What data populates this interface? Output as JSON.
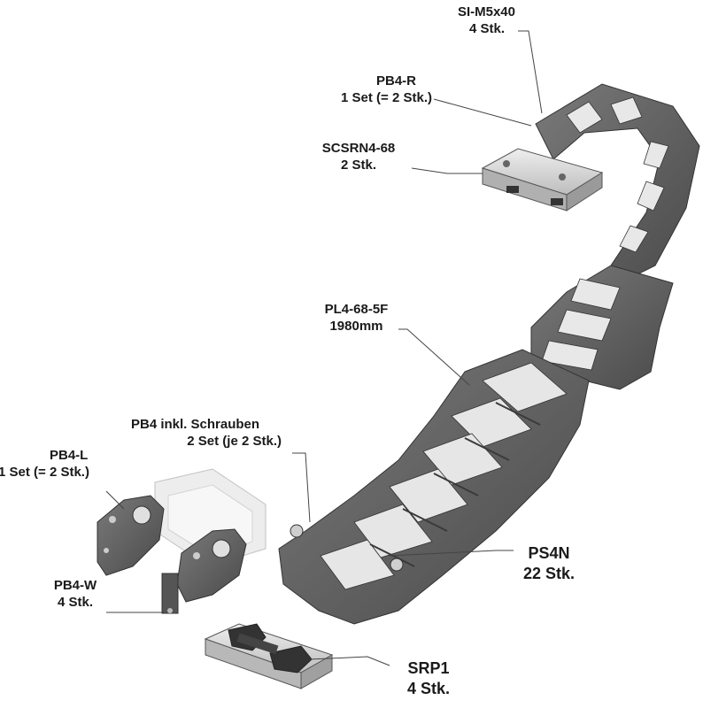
{
  "labels": {
    "si_m5x40": {
      "part": "SI-M5x40",
      "qty": "4 Stk."
    },
    "pb4_r": {
      "part": "PB4-R",
      "qty": "1 Set (= 2 Stk.)"
    },
    "scsrn4_68": {
      "part": "SCSRN4-68",
      "qty": "2 Stk."
    },
    "pl4_68_5f": {
      "part": "PL4-68-5F",
      "qty": "1980mm"
    },
    "pb4_inkl": {
      "part": "PB4 inkl. Schrauben",
      "qty": "2 Set (je 2 Stk.)"
    },
    "pb4_l": {
      "part": "PB4-L",
      "qty": "1 Set (= 2 Stk.)"
    },
    "pb4_w": {
      "part": "PB4-W",
      "qty": "4 Stk."
    },
    "ps4n": {
      "part": "PS4N",
      "qty": "22 Stk."
    },
    "srp1": {
      "part": "SRP1",
      "qty": "4 Stk."
    }
  },
  "colors": {
    "chain_dark": "#4a4a4a",
    "chain_mid": "#6b6b6b",
    "chain_light": "#8a8a8a",
    "bracket_light": "#d8d8d8",
    "leader": "#444444"
  }
}
